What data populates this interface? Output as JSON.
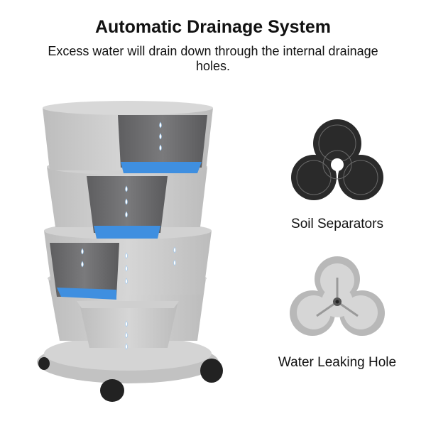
{
  "header": {
    "title": "Automatic Drainage System",
    "subtitle": "Excess water will drain down through the internal drainage holes."
  },
  "features": {
    "separator_label": "Soil Separators",
    "hole_label": "Water Leaking Hole"
  },
  "colors": {
    "planter_light": "#c9c9c9",
    "planter_dark": "#6e6e70",
    "water_blue": "#3f8fe0"
  }
}
